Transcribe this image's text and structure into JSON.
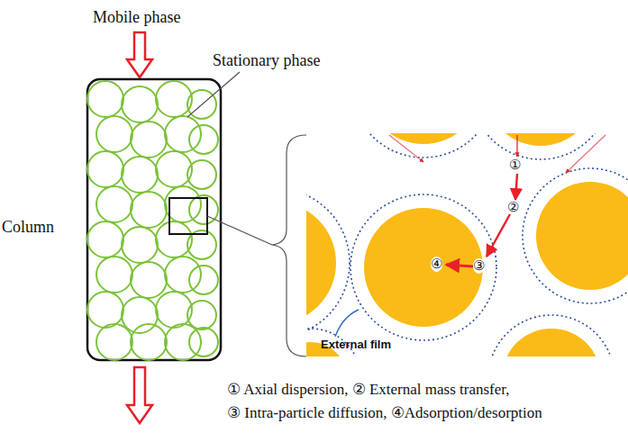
{
  "diagram": {
    "labels": [
      "Mobile phase",
      "Stationary phase",
      "Column",
      "①",
      "②",
      "③",
      "④",
      "External film",
      "① Axial dispersion, ② External mass transfer,",
      "③ Intra-particle diffusion, ④Adsorption/desorption"
    ]
  }
}
